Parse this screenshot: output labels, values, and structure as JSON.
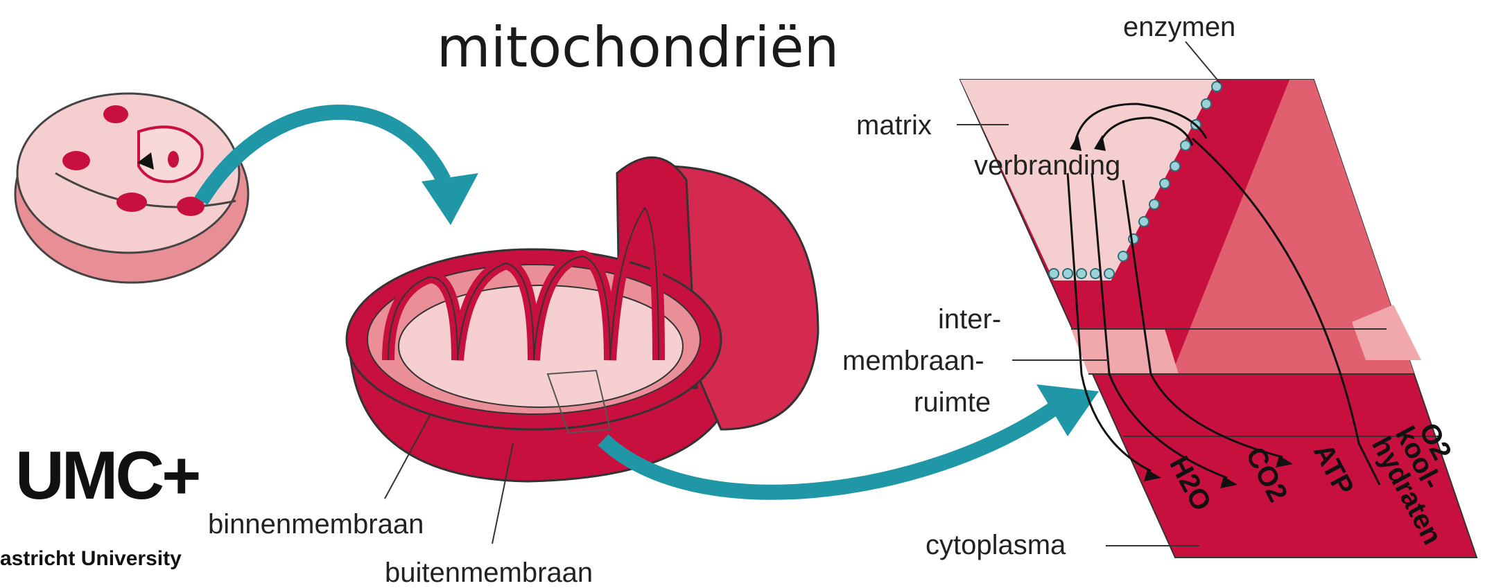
{
  "title": "mitochondriën",
  "logo": {
    "umc": "UMC+",
    "university": "astricht University"
  },
  "labels": {
    "enzymen": "enzymen",
    "matrix": "matrix",
    "verbranding": "verbranding",
    "inter": "inter-",
    "membraan": "membraan-",
    "ruimte": "ruimte",
    "cytoplasma": "cytoplasma",
    "binnenmembraan": "binnenmembraan",
    "buitenmembraan": "buitenmembraan",
    "h2o": "H2O",
    "co2": "CO2",
    "atp": "ATP",
    "kool": "kool-",
    "hydraten": "hydraten",
    "o2": "O2"
  },
  "colors": {
    "arrow": "#1f97a6",
    "membrane": "#c8103f",
    "pale": "#f3c6c6",
    "mid": "#e98c95"
  }
}
